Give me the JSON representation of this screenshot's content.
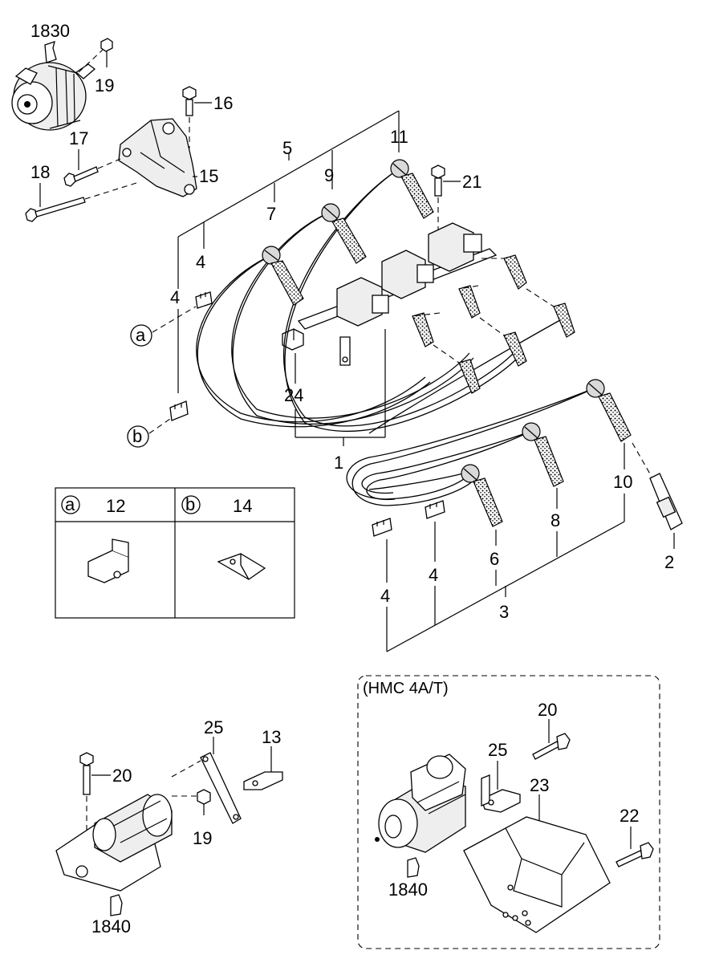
{
  "labels": {
    "p1830": "1830",
    "p19a": "19",
    "p16": "16",
    "p17": "17",
    "p18": "18",
    "p15": "15",
    "p5": "5",
    "p11": "11",
    "p9": "9",
    "p21": "21",
    "p7": "7",
    "p4a": "4",
    "p4b": "4",
    "p24": "24",
    "p1": "1",
    "p10": "10",
    "p8": "8",
    "p6": "6",
    "p2": "2",
    "p4c": "4",
    "p4d": "4",
    "p3": "3",
    "pa": "a",
    "pb": "b"
  },
  "legend_box": {
    "a_code": "a",
    "a_part": "12",
    "b_code": "b",
    "b_part": "14"
  },
  "starter_left": {
    "p25": "25",
    "p13": "13",
    "p20": "20",
    "p19": "19",
    "p1840": "1840"
  },
  "hmc_box": {
    "title": "(HMC  4A/T)",
    "p20": "20",
    "p25": "25",
    "p23": "23",
    "p22": "22",
    "p1840": "1840"
  }
}
